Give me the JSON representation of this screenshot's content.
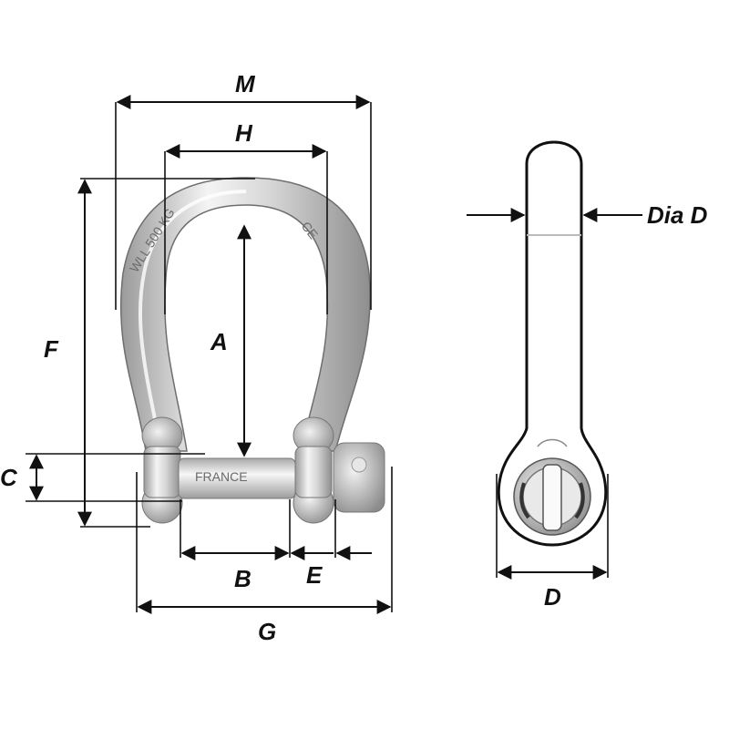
{
  "dimensions": {
    "M": "M",
    "H": "H",
    "A": "A",
    "F": "F",
    "C": "C",
    "B": "B",
    "E": "E",
    "G": "G",
    "D": "D",
    "dia_d": "Dia D"
  },
  "engravings": {
    "wll": "WLL 500 KG",
    "ce": "CE",
    "pin_brand": "FRANCE"
  },
  "colors": {
    "steel_light": "#f2f2f2",
    "steel_mid": "#c9c9c9",
    "steel_dark": "#8a8a8a",
    "line": "#111111"
  }
}
